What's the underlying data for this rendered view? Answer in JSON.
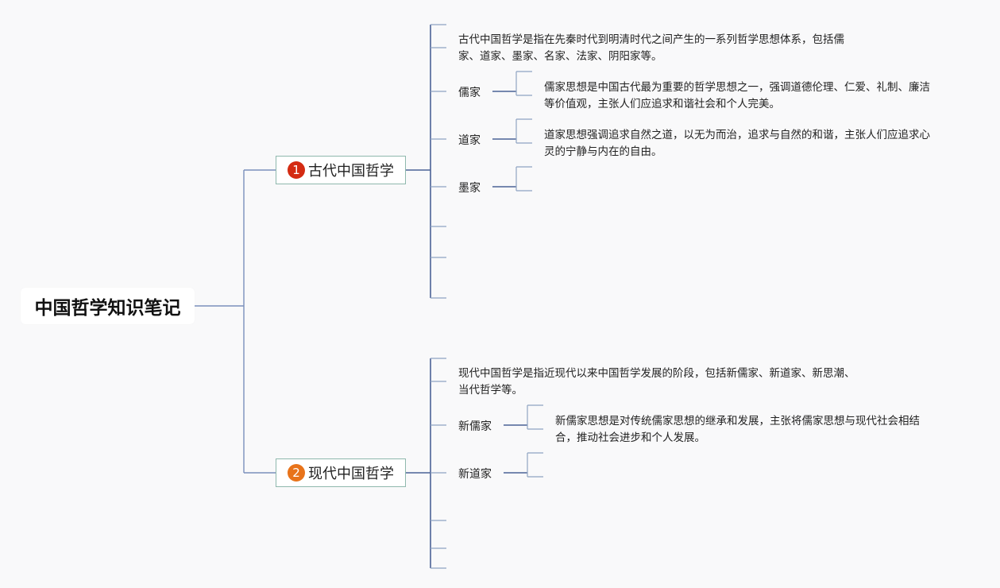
{
  "root": {
    "label": "中国哲学知识笔记"
  },
  "topics": [
    {
      "number": "1",
      "label": "古代中国哲学",
      "badge_color": "#d42b12",
      "intro": "古代中国哲学是指在先秦时代到明清时代之间产生的一系列哲学思想体系，包括儒家、道家、墨家、名家、法家、阴阳家等。",
      "schools": [
        {
          "label": "儒家",
          "note": "儒家思想是中国古代最为重要的哲学思想之一，强调道德伦理、仁爱、礼制、廉洁等价值观，主张人们应追求和谐社会和个人完美。"
        },
        {
          "label": "道家",
          "note": "道家思想强调追求自然之道，以无为而治，追求与自然的和谐，主张人们应追求心灵的宁静与内在的自由。"
        },
        {
          "label": "墨家",
          "note": ""
        }
      ]
    },
    {
      "number": "2",
      "label": "现代中国哲学",
      "badge_color": "#e8731a",
      "intro": "现代中国哲学是指近现代以来中国哲学发展的阶段，包括新儒家、新道家、新思潮、当代哲学等。",
      "schools": [
        {
          "label": "新儒家",
          "note": "新儒家思想是对传统儒家思想的继承和发展，主张将儒家思想与现代社会相结合，推动社会进步和个人发展。"
        },
        {
          "label": "新道家",
          "note": ""
        }
      ]
    }
  ],
  "colors": {
    "main_line": "#4a6296",
    "light_line": "#8fa3c2",
    "root_line": "#6f88b8",
    "topic_border": "#8fb8ad"
  }
}
